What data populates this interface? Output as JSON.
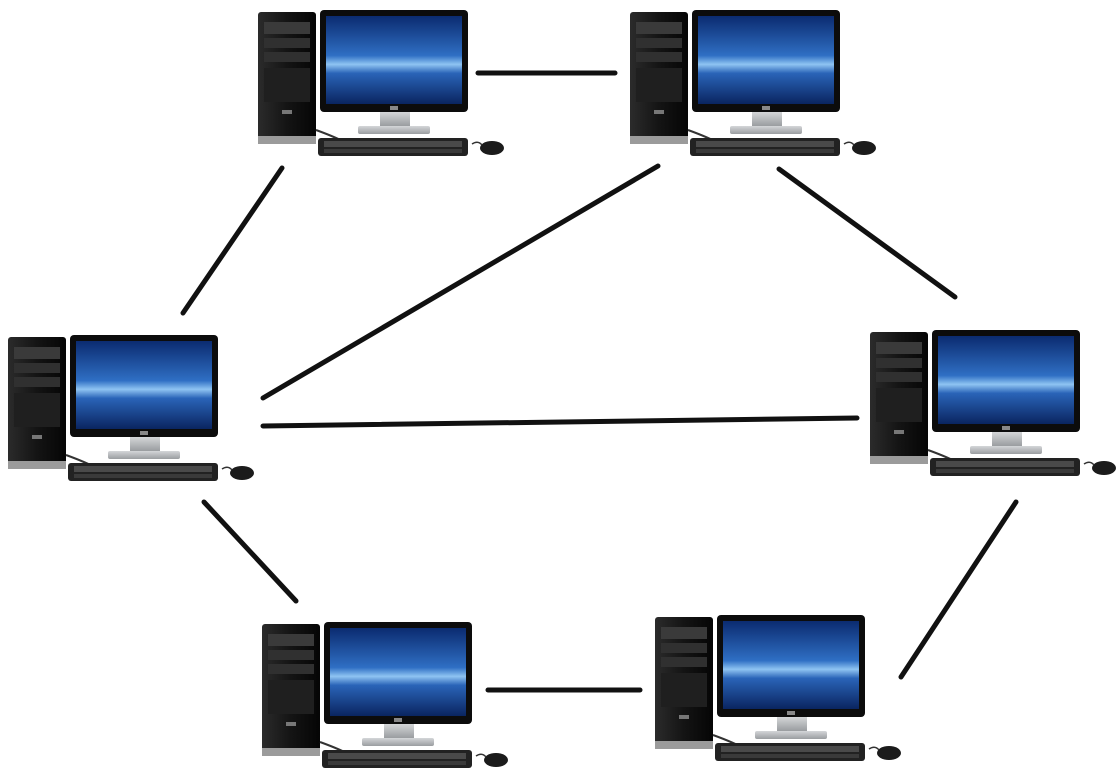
{
  "diagram": {
    "kind": "network-topology",
    "nodes": [
      {
        "id": "pc-top-left",
        "icon": "desktop-computer-icon"
      },
      {
        "id": "pc-top-right",
        "icon": "desktop-computer-icon"
      },
      {
        "id": "pc-mid-left",
        "icon": "desktop-computer-icon"
      },
      {
        "id": "pc-mid-right",
        "icon": "desktop-computer-icon"
      },
      {
        "id": "pc-bottom-left",
        "icon": "desktop-computer-icon"
      },
      {
        "id": "pc-bottom-right",
        "icon": "desktop-computer-icon"
      }
    ],
    "links": [
      {
        "from": "pc-top-left",
        "to": "pc-top-right"
      },
      {
        "from": "pc-top-left",
        "to": "pc-mid-left"
      },
      {
        "from": "pc-top-right",
        "to": "pc-mid-left"
      },
      {
        "from": "pc-top-right",
        "to": "pc-mid-right"
      },
      {
        "from": "pc-mid-left",
        "to": "pc-mid-right"
      },
      {
        "from": "pc-mid-left",
        "to": "pc-bottom-left"
      },
      {
        "from": "pc-mid-right",
        "to": "pc-bottom-right"
      },
      {
        "from": "pc-bottom-left",
        "to": "pc-bottom-right"
      }
    ],
    "colors": {
      "background": "#ffffff",
      "link": "#111111",
      "screen_dark": "#0a2a6e",
      "screen_light": "#4a8fd8",
      "case": "#1a1a1a",
      "stand": "#b9bcc0"
    }
  }
}
